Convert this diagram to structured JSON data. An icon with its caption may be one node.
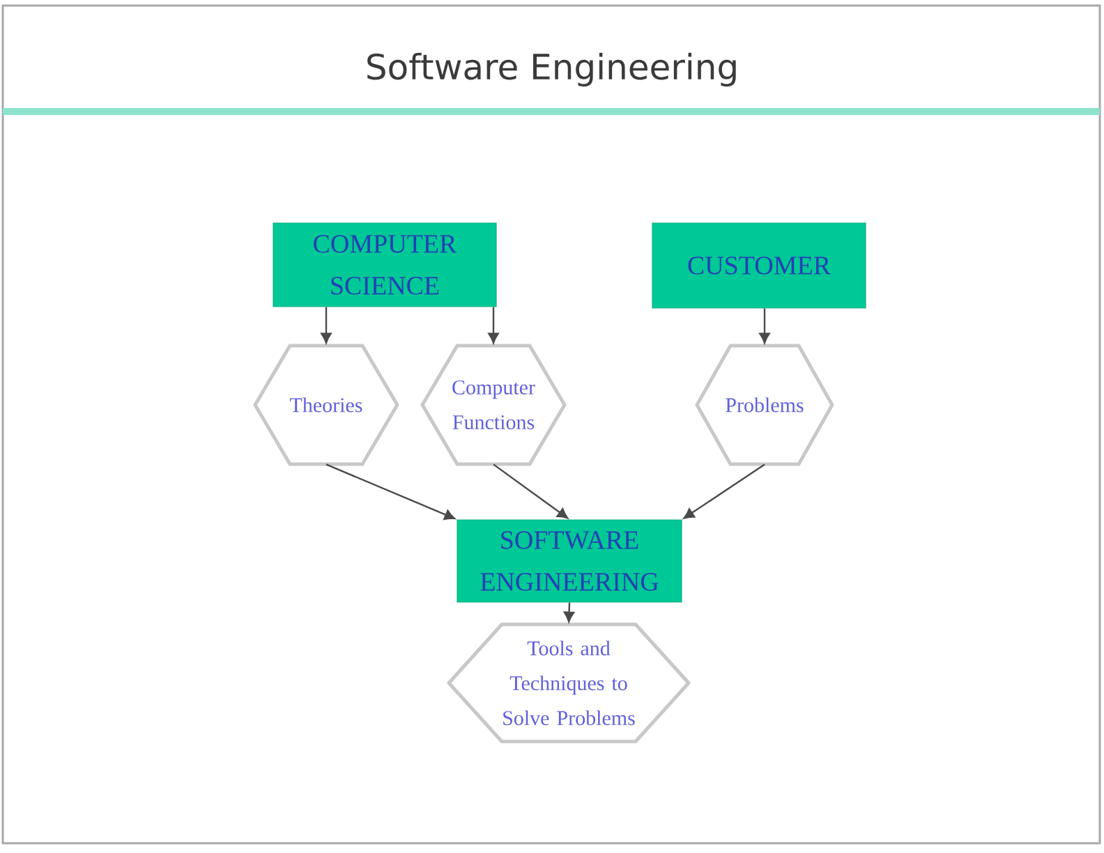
{
  "diagram": {
    "title": "Software Engineering",
    "nodes": [
      {
        "text": [
          "COMPUTER SCIENCE"
        ]
      },
      {
        "text": [
          "CUSTOMER"
        ]
      },
      {
        "text": [
          "Theories"
        ]
      },
      {
        "text": [
          "Computer Functions"
        ]
      },
      {
        "text": [
          "Problems"
        ]
      },
      {
        "text": [
          "SOFTWARE ENGINEERING"
        ]
      },
      {
        "text": [
          "Tools and Techniques to Solve Problems"
        ]
      }
    ],
    "edges": [
      {
        "from": 0,
        "to": 2,
        "arrow": "to"
      },
      {
        "from": 0,
        "to": 3,
        "arrow": "to"
      },
      {
        "from": 1,
        "to": 4,
        "arrow": "to"
      },
      {
        "from": 2,
        "to": 5,
        "arrow": "to"
      },
      {
        "from": 3,
        "to": 5,
        "arrow": "to"
      },
      {
        "from": 4,
        "to": 5,
        "arrow": "to"
      },
      {
        "from": 5,
        "to": 6,
        "arrow": "to"
      }
    ]
  }
}
